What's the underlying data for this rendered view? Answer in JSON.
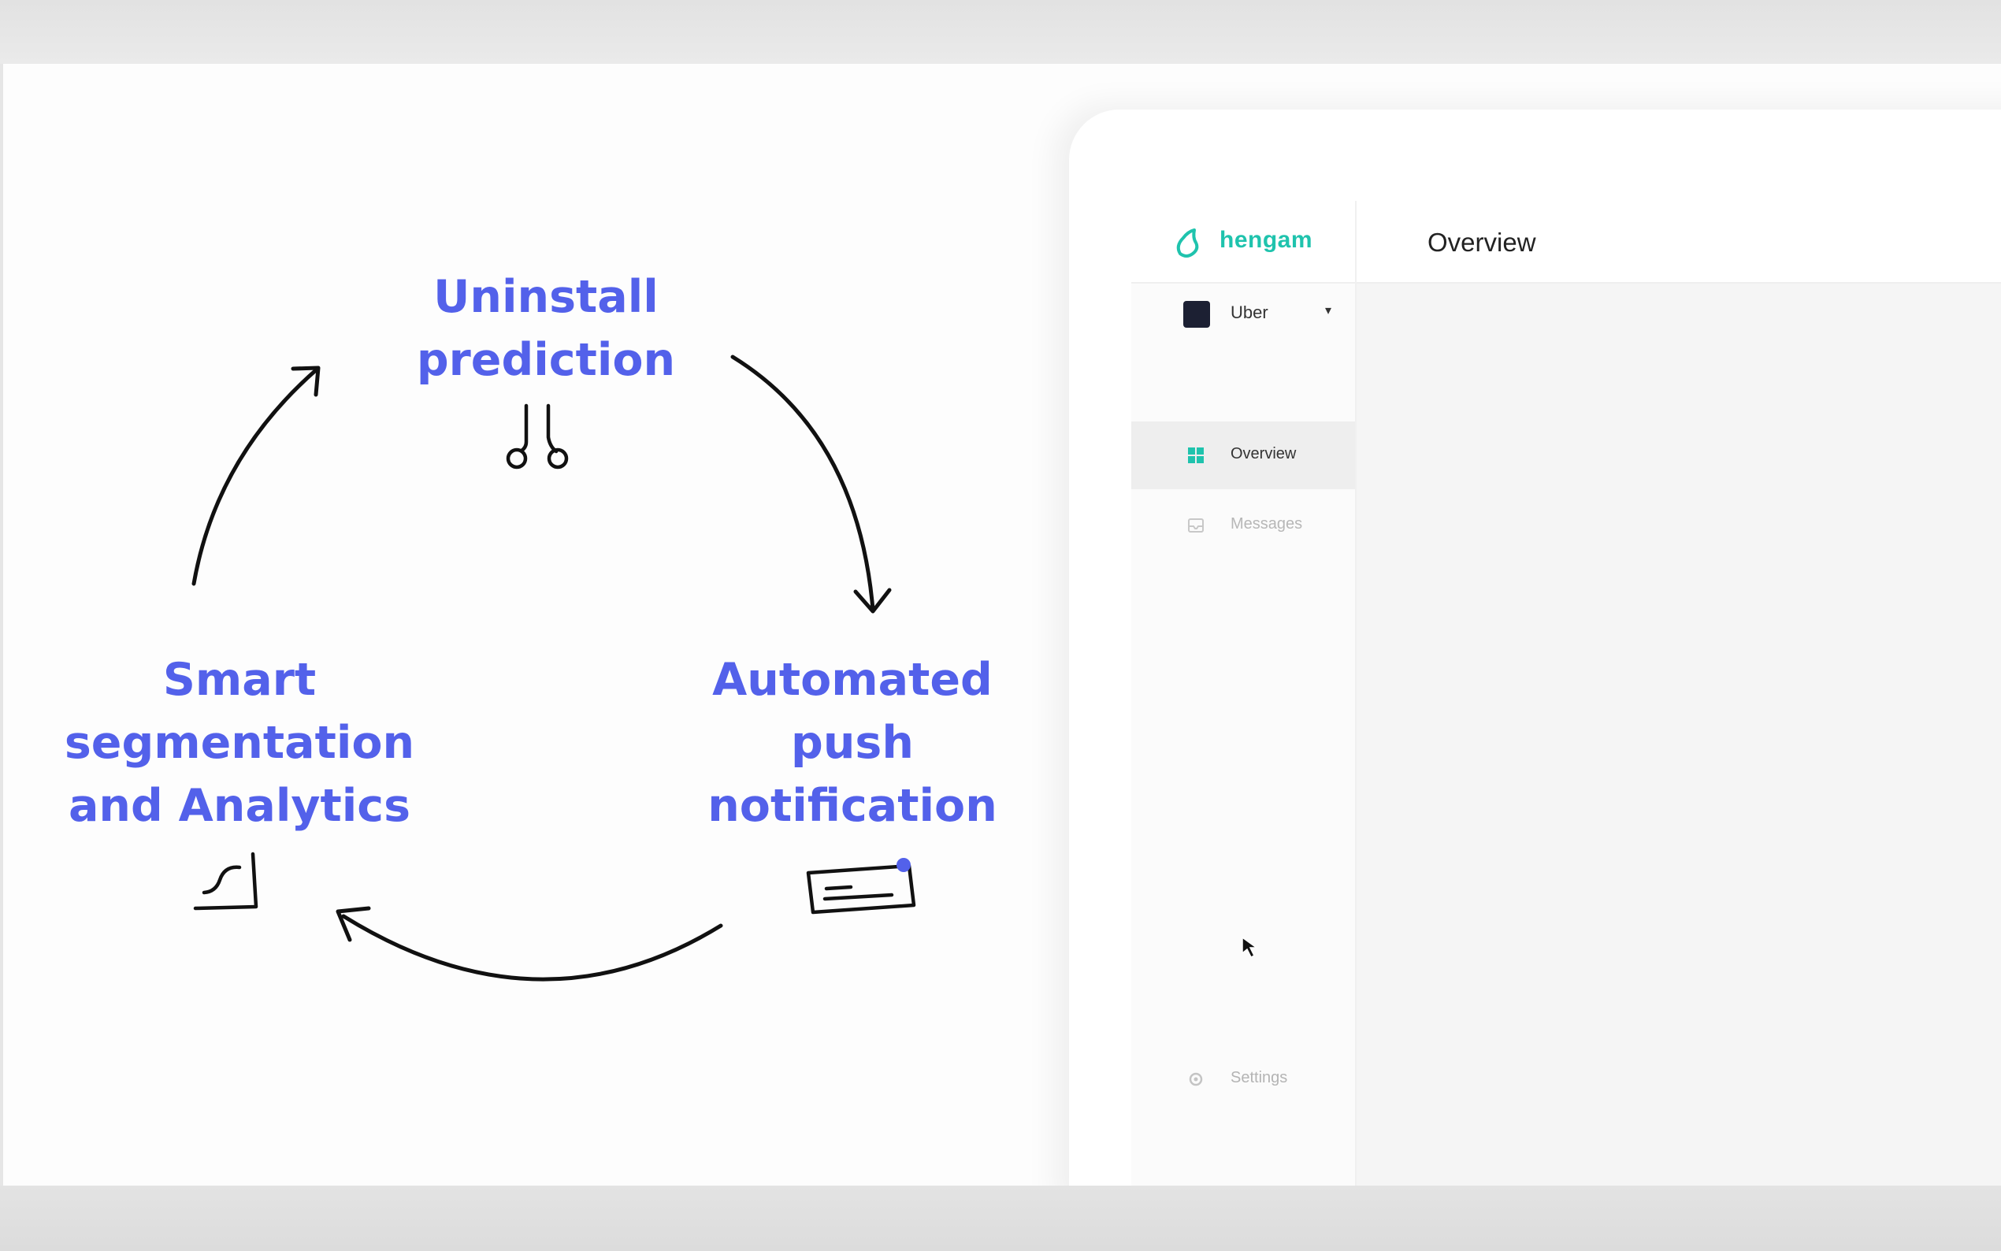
{
  "diagram": {
    "top_label": "Uninstall\nprediction",
    "right_label": "Automated\npush\nnotification",
    "left_label": "Smart\nsegmentation\nand Analytics",
    "icons": {
      "top": "plug-icon",
      "right": "notification-card-icon",
      "left": "analytics-chart-icon"
    },
    "label_color": "#5361ea"
  },
  "app": {
    "brand": {
      "name": "hengam",
      "color": "#1fc3ad"
    },
    "header": {
      "title": "Overview"
    },
    "org_selector": {
      "name": "Uber"
    },
    "nav": [
      {
        "label": "Overview",
        "icon": "grid-icon",
        "active": true
      },
      {
        "label": "Messages",
        "icon": "message-icon",
        "active": false
      }
    ],
    "settings": {
      "label": "Settings",
      "icon": "gear-icon"
    }
  }
}
